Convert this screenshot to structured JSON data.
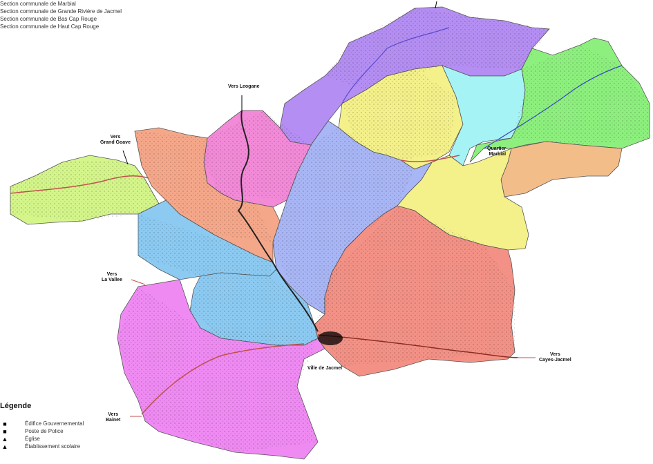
{
  "legend_top": [
    "Section communale de Marbial",
    "Section communale de Grande Rivière de Jacmel",
    "Section communale de Bas Cap Rouge",
    "Section communale de Haut Cap Rouge"
  ],
  "legend": {
    "title": "Légende",
    "items": [
      {
        "symbol": "■",
        "label": "Édifice Gouvernemental"
      },
      {
        "symbol": "■",
        "label": "Poste de Police"
      },
      {
        "symbol": "▲",
        "label": "Église"
      },
      {
        "symbol": "▲",
        "label": "Établissement scolaire"
      }
    ]
  },
  "place_labels": {
    "vers_leogane": "Vers Leogane",
    "vers_grand_goave_1": "Vers",
    "vers_grand_goave_2": "Grand Goave",
    "vers_la_vallee_1": "Vers",
    "vers_la_vallee_2": "La Vallee",
    "vers_bainet_1": "Vers",
    "vers_bainet_2": "Bainet",
    "vers_cayes_jacmel_1": "Vers",
    "vers_cayes_jacmel_2": "Cayes-Jacmel",
    "ville_de_jacmel": "Ville de Jacmel",
    "marigot_1": "Quartier-",
    "marigot_2": "Marbial"
  },
  "colors": {
    "purple": "#b48ef2",
    "yellow": "#f4f08a",
    "cyan": "#a6f3f5",
    "green": "#8df07e",
    "peach": "#f3bd8a",
    "lightgreen": "#d4f58a",
    "salmon": "#f5a78a",
    "pink": "#f28ad8",
    "periwinkle": "#a9b6f5",
    "skyblue": "#8ccaf2",
    "magenta": "#ef8af3",
    "red": "#f39186",
    "road": "#c0504d",
    "river": "#6a5acd"
  }
}
